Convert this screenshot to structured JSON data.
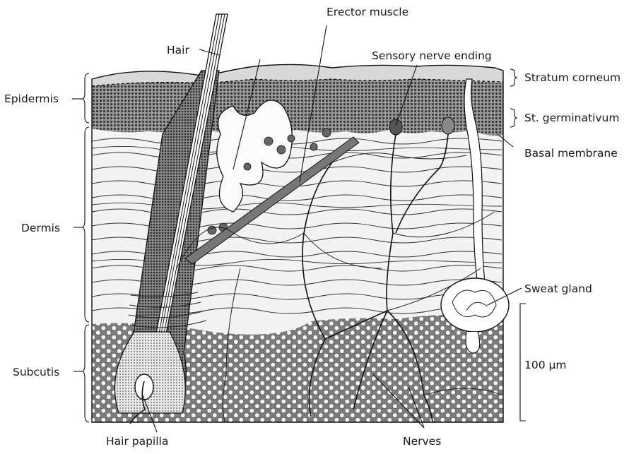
{
  "layer_labels": {
    "epidermis": "Epidermis",
    "dermis": "Dermis",
    "subcutis": "Subcutis"
  },
  "structure_labels": {
    "hair": "Hair",
    "erector_muscle": "Erector muscle",
    "sensory_nerve_ending": "Sensory nerve ending",
    "stratum_corneum": "Stratum corneum",
    "st_germinativum": "St. germinativum",
    "basal_membrane": "Basal membrane",
    "sweat_gland": "Sweat gland",
    "hair_papilla": "Hair papilla",
    "nerves": "Nerves"
  },
  "scale_bar": {
    "label": "100 μm"
  }
}
